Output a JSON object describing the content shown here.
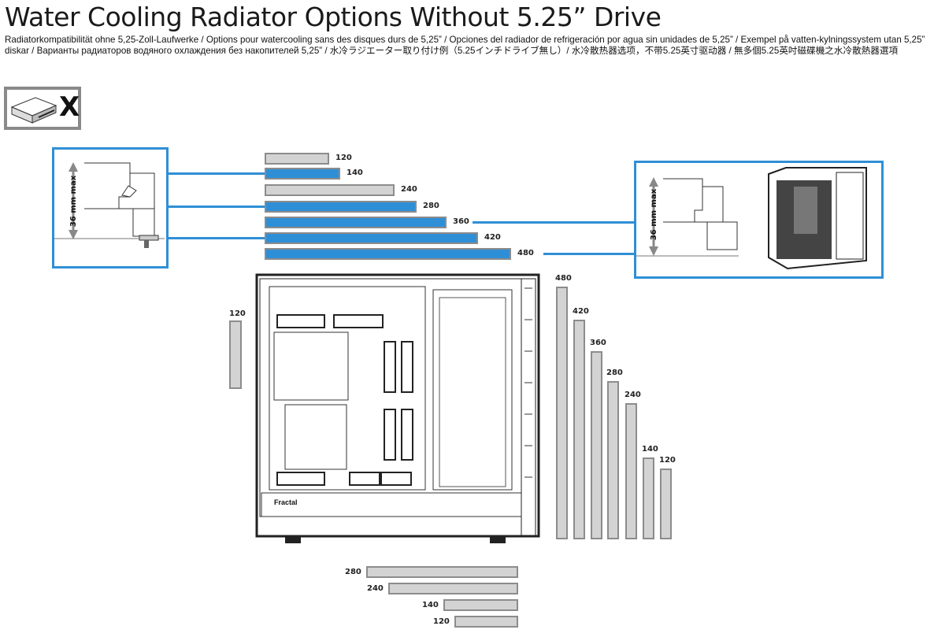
{
  "title": "Water Cooling Radiator Options Without 5.25” Drive",
  "subtitle": "Radiatorkompatibilität ohne 5,25-Zoll-Laufwerke / Options pour watercooling sans des disques durs de 5,25” / Opciones del radiador de refrigeración por agua sin unidades de 5,25” / Exempel på vatten-kylningssystem utan 5,25” diskar / Варианты радиаторов водяного охлаждения без накопителей 5,25” / 水冷ラジエーター取り付け例（5.25インチドライブ無し）/ 水冷散热器选项，不带5.25英寸驱动器 / 無多個5.25英吋磁碟機之水冷散熱器選項",
  "clearance_label": "36 mm max",
  "drive_icon_mark": "X",
  "case_logo": "Fractal",
  "colors": {
    "accent": "#2f8fd6",
    "bar_fill": "#d3d3d3",
    "bar_border": "#8c8c8c"
  },
  "top_radiators": [
    {
      "size": "120",
      "highlight": false
    },
    {
      "size": "140",
      "highlight": true
    },
    {
      "size": "240",
      "highlight": false
    },
    {
      "size": "280",
      "highlight": true
    },
    {
      "size": "360",
      "highlight": true
    },
    {
      "size": "420",
      "highlight": true
    },
    {
      "size": "480",
      "highlight": true
    }
  ],
  "front_radiators": [
    "480",
    "420",
    "360",
    "280",
    "240",
    "140",
    "120"
  ],
  "rear_radiators": [
    "120"
  ],
  "bottom_radiators": [
    "280",
    "240",
    "140",
    "120"
  ]
}
